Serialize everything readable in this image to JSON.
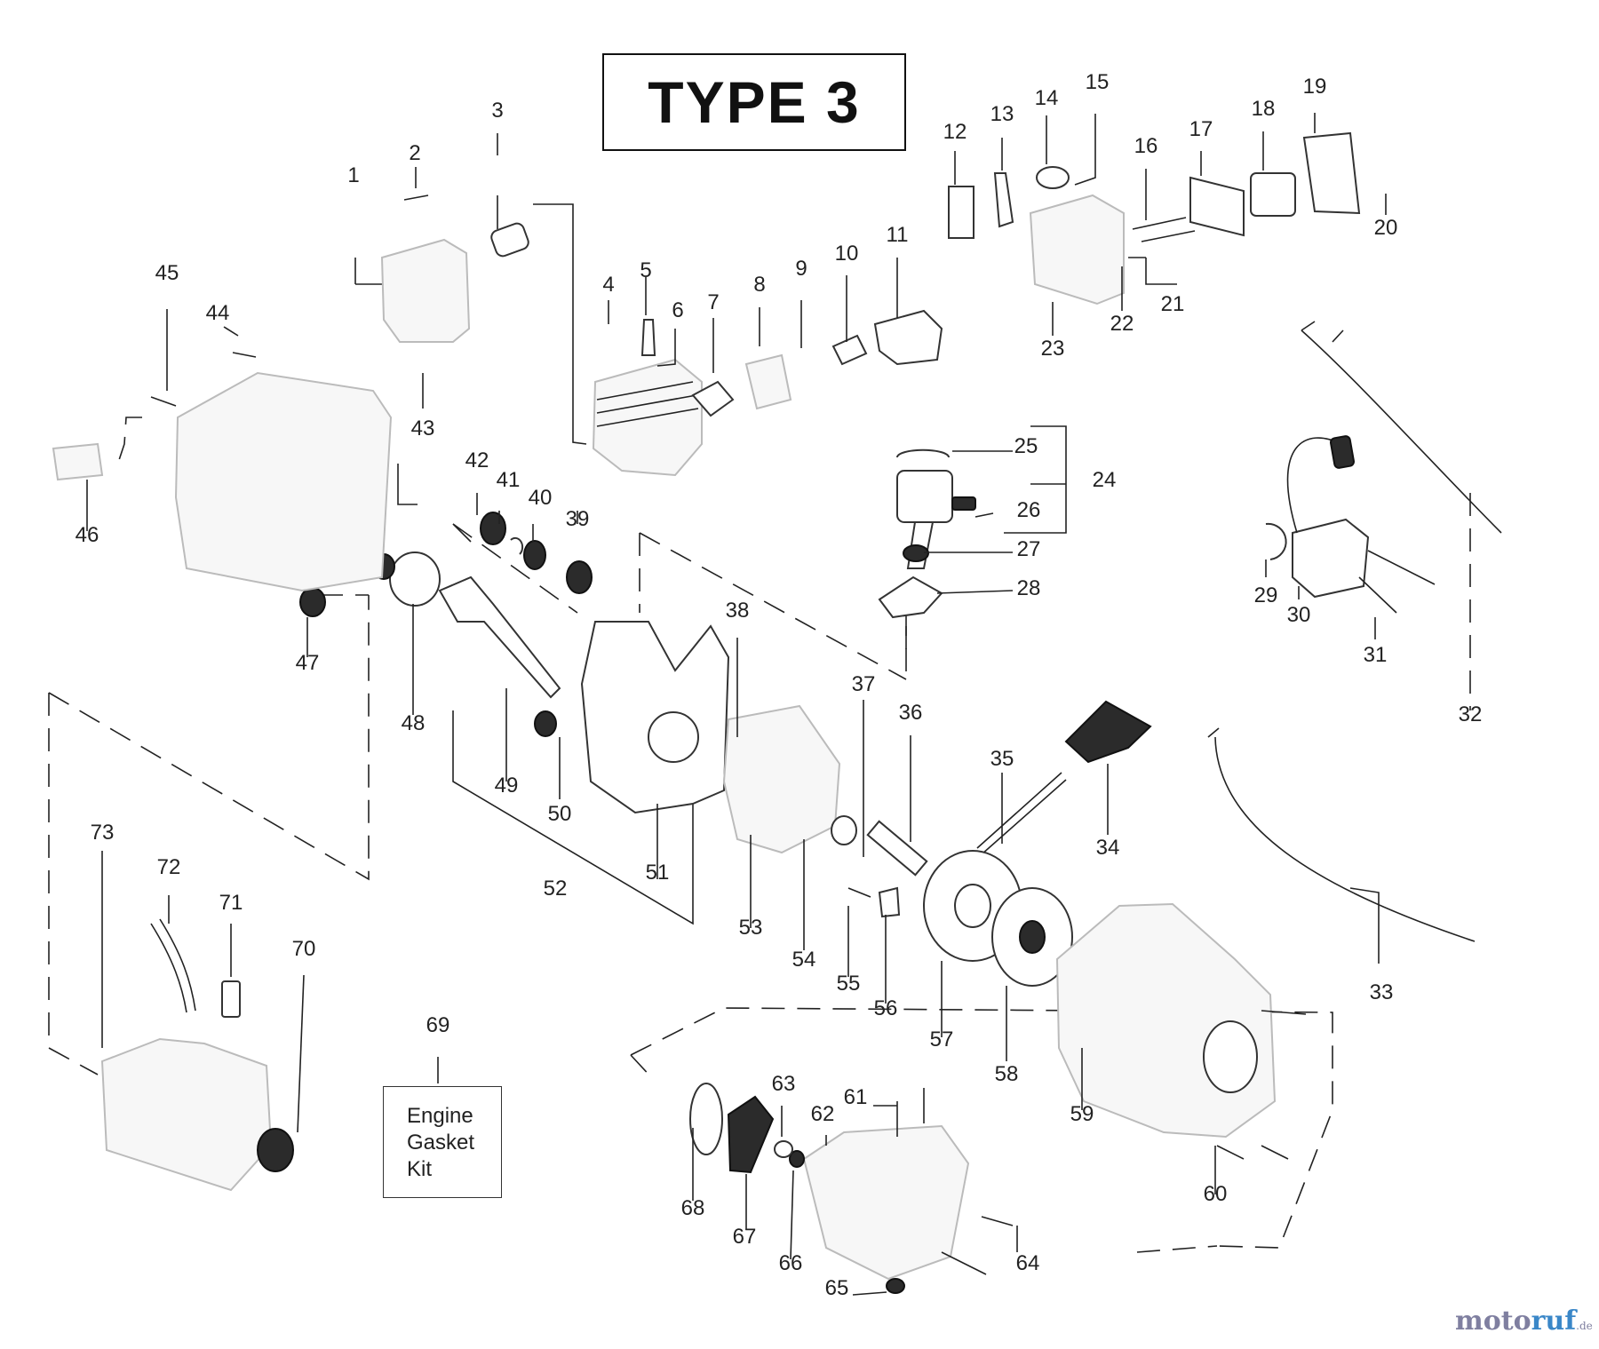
{
  "title": "TYPE 3",
  "kit_box": {
    "number": "69",
    "lines": [
      "Engine",
      "Gasket",
      "Kit"
    ]
  },
  "brand": {
    "main": "moto",
    "accent": "ruf",
    "suffix": ".de"
  },
  "callout_labels": [
    "1",
    "2",
    "3",
    "4",
    "5",
    "6",
    "7",
    "8",
    "9",
    "10",
    "11",
    "12",
    "13",
    "14",
    "15",
    "16",
    "17",
    "18",
    "19",
    "20",
    "21",
    "22",
    "23",
    "24",
    "25",
    "26",
    "27",
    "28",
    "29",
    "30",
    "31",
    "32",
    "33",
    "34",
    "35",
    "36",
    "37",
    "38",
    "39",
    "40",
    "41",
    "42",
    "43",
    "44",
    "45",
    "46",
    "47",
    "48",
    "49",
    "50",
    "51",
    "52",
    "53",
    "54",
    "55",
    "56",
    "57",
    "58",
    "59",
    "60",
    "61",
    "62",
    "63",
    "64",
    "65",
    "66",
    "67",
    "68",
    "69",
    "70",
    "71",
    "72",
    "73"
  ]
}
